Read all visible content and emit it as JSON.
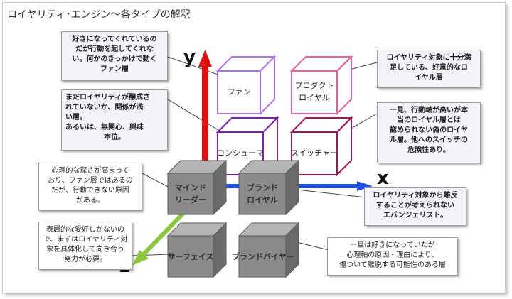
{
  "title": "ロイヤリティ･エンジン～各タイプの解釈",
  "axes": {
    "x": "x",
    "y": "y",
    "z": "z"
  },
  "cubes": {
    "fan": "ファン",
    "product_loyal": [
      "プロダクト",
      "ロイヤル"
    ],
    "consumer": "コンシューマ",
    "switcher": "スイッチャー",
    "mind_leader": [
      "マインド",
      "リーダー"
    ],
    "brand_loyal": [
      "ブランド",
      "ロイヤル"
    ],
    "surface": "サーフェイス",
    "brand_buyer": "ブランドバイヤー"
  },
  "callouts": {
    "fan": [
      "好きになってくれているの",
      "だが行動を起してくれな",
      "い。何かのきっかけで動く",
      "ファン層"
    ],
    "consumer": [
      "まだロイヤリティが醸成さ",
      "れていないか、関係が浅",
      "い層。",
      "あるいは、無関心、興味",
      "本位。"
    ],
    "mind_leader": [
      "心理的な深さが高まって",
      "おり、ファン層ではあるの",
      "だが、行動できない原因",
      "がある。"
    ],
    "surface": [
      "表層的な愛好しかないの",
      "で、まずはロイヤリティ対",
      "象を具体化して向き合う",
      "努力が必要。"
    ],
    "product_loyal": [
      "ロイヤリティ対象に十分満",
      "足している、好意的なロ",
      "イヤル層"
    ],
    "switcher": [
      "一見、行動軸が高いが本",
      "当のロイヤル層とは",
      "認められない偽のロイヤ",
      "ル層。他へのスイッチの",
      "危険性あり。"
    ],
    "brand_loyal": [
      "ロイヤリティ対象から離反",
      "することが考えられない",
      "エバンジェリスト。"
    ],
    "brand_buyer": [
      "一旦は好きになっていたが",
      "心理軸の原因・理由により、",
      "傷ついて離脱する可能性のある層"
    ]
  },
  "colors": {
    "x_axis": "#1f4fe0",
    "y_axis": "#e01010",
    "z_axis": "#8cc63f",
    "fan_cube": "#b070e8",
    "product_cube": "#e6609a",
    "consumer_cube": "#7a1fb0",
    "switcher_cube": "#a01858",
    "gray_front": "#8a8a8a",
    "gray_top": "#b4b4b4",
    "gray_side": "#6a6a6a",
    "callout_bg": "#f4f4fb"
  }
}
